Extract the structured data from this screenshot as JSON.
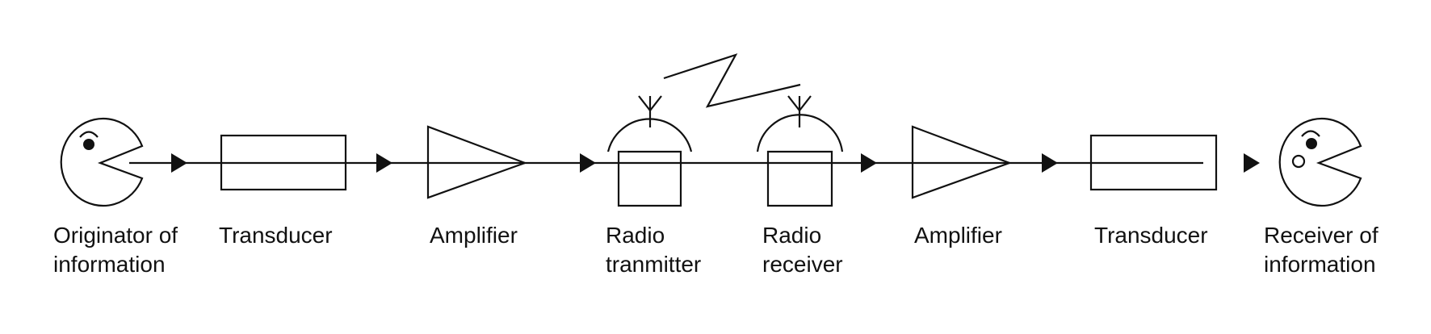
{
  "labels": {
    "originator": [
      "Originator of",
      "information"
    ],
    "transducer_1": [
      "Transducer"
    ],
    "amplifier_1": [
      "Amplifier"
    ],
    "radio_transmitter": [
      "Radio",
      "tranmitter"
    ],
    "radio_receiver": [
      "Radio",
      "receiver"
    ],
    "amplifier_2": [
      "Amplifier"
    ],
    "transducer_2": [
      "Transducer"
    ],
    "receiver": [
      "Receiver of",
      "information"
    ]
  },
  "colors": {
    "line": "#111111",
    "background": "#ffffff"
  },
  "icons": {
    "originator": "pacman-head-facing-right-icon",
    "receiver": "pacman-head-facing-right-icon",
    "transducer": "rectangle-icon",
    "amplifier": "triangle-amplifier-icon",
    "transmitter": "antenna-dome-icon",
    "receiver_station": "antenna-dome-icon",
    "radio_wave": "zigzag-lightning-icon"
  }
}
